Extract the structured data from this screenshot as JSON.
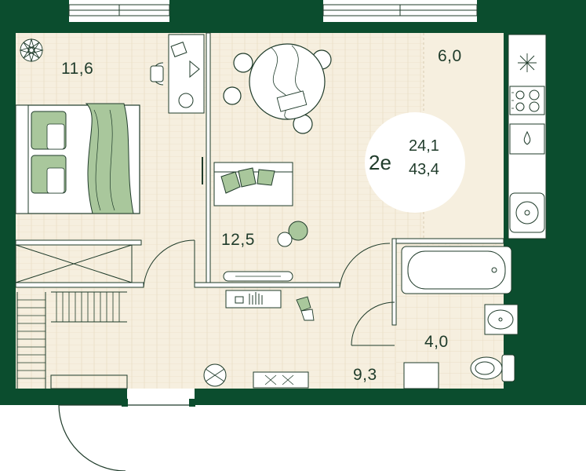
{
  "plan": {
    "colors": {
      "wall": "#0b4d2e",
      "floor": "#f6efdf",
      "tile": "#e9dfc8",
      "line": "#1f3b2a",
      "accent_green": "#a9c79c",
      "white": "#ffffff"
    },
    "rooms": [
      {
        "id": "bedroom",
        "area": "11,6"
      },
      {
        "id": "living",
        "area": "12,5"
      },
      {
        "id": "kitchen",
        "area": "6,0"
      },
      {
        "id": "bathroom",
        "area": "4,0"
      },
      {
        "id": "hallway",
        "area": "9,3"
      }
    ],
    "apartment": {
      "type_code": "2е",
      "living_area": "24,1",
      "total_area": "43,4"
    }
  }
}
